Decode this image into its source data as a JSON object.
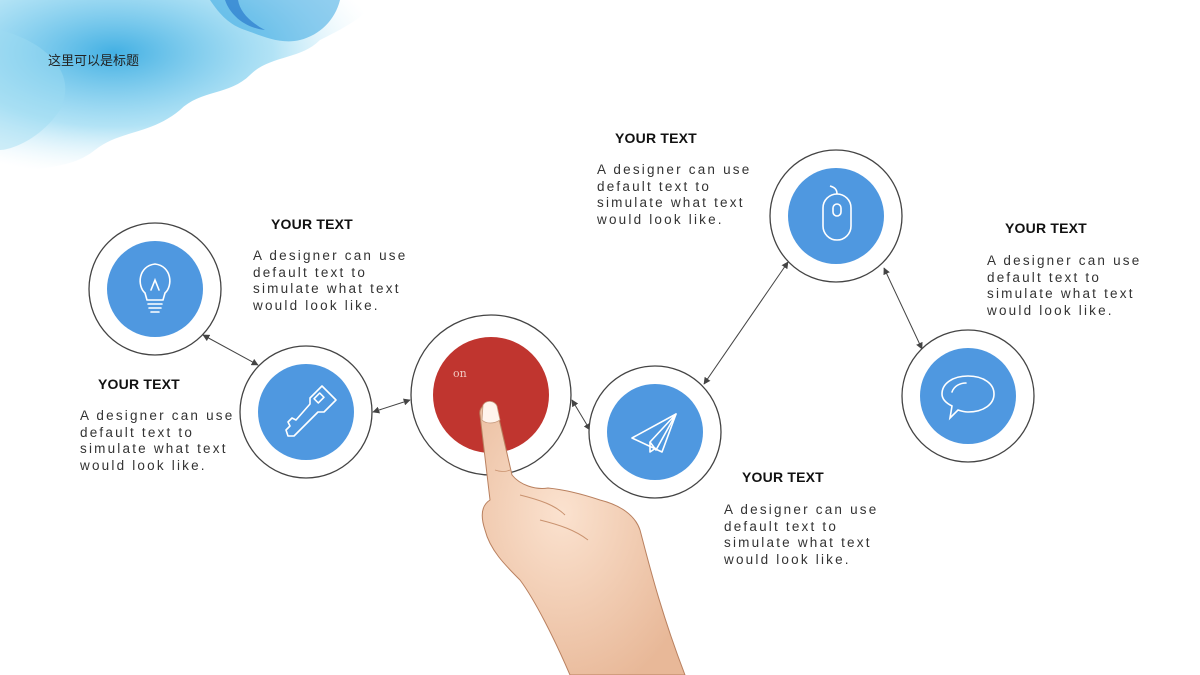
{
  "page": {
    "title": "这里可以是标题"
  },
  "colors": {
    "node_blue": "#4f98e0",
    "center_red": "#c0352f",
    "ring": "#444444",
    "watercolor": "#5cc0e8"
  },
  "center_node": {
    "label": "on",
    "icon": "pointing-hand"
  },
  "nodes": [
    {
      "icon": "lightbulb-icon",
      "heading": "YOUR TEXT",
      "body": "A designer can use default text to simulate what text would look like."
    },
    {
      "icon": "key-icon",
      "heading": "YOUR TEXT",
      "body": "A designer can use default text to simulate what text would look like."
    },
    {
      "icon": "paper-plane-icon",
      "heading": "YOUR TEXT",
      "body": "A designer can use default text to simulate what text would look like."
    },
    {
      "icon": "mouse-icon",
      "heading": "YOUR TEXT",
      "body": "A designer can use default text to simulate what text would look like."
    },
    {
      "icon": "speech-bubble-icon",
      "heading": "YOUR TEXT",
      "body": "A designer can use default text to simulate what text would look like."
    }
  ]
}
